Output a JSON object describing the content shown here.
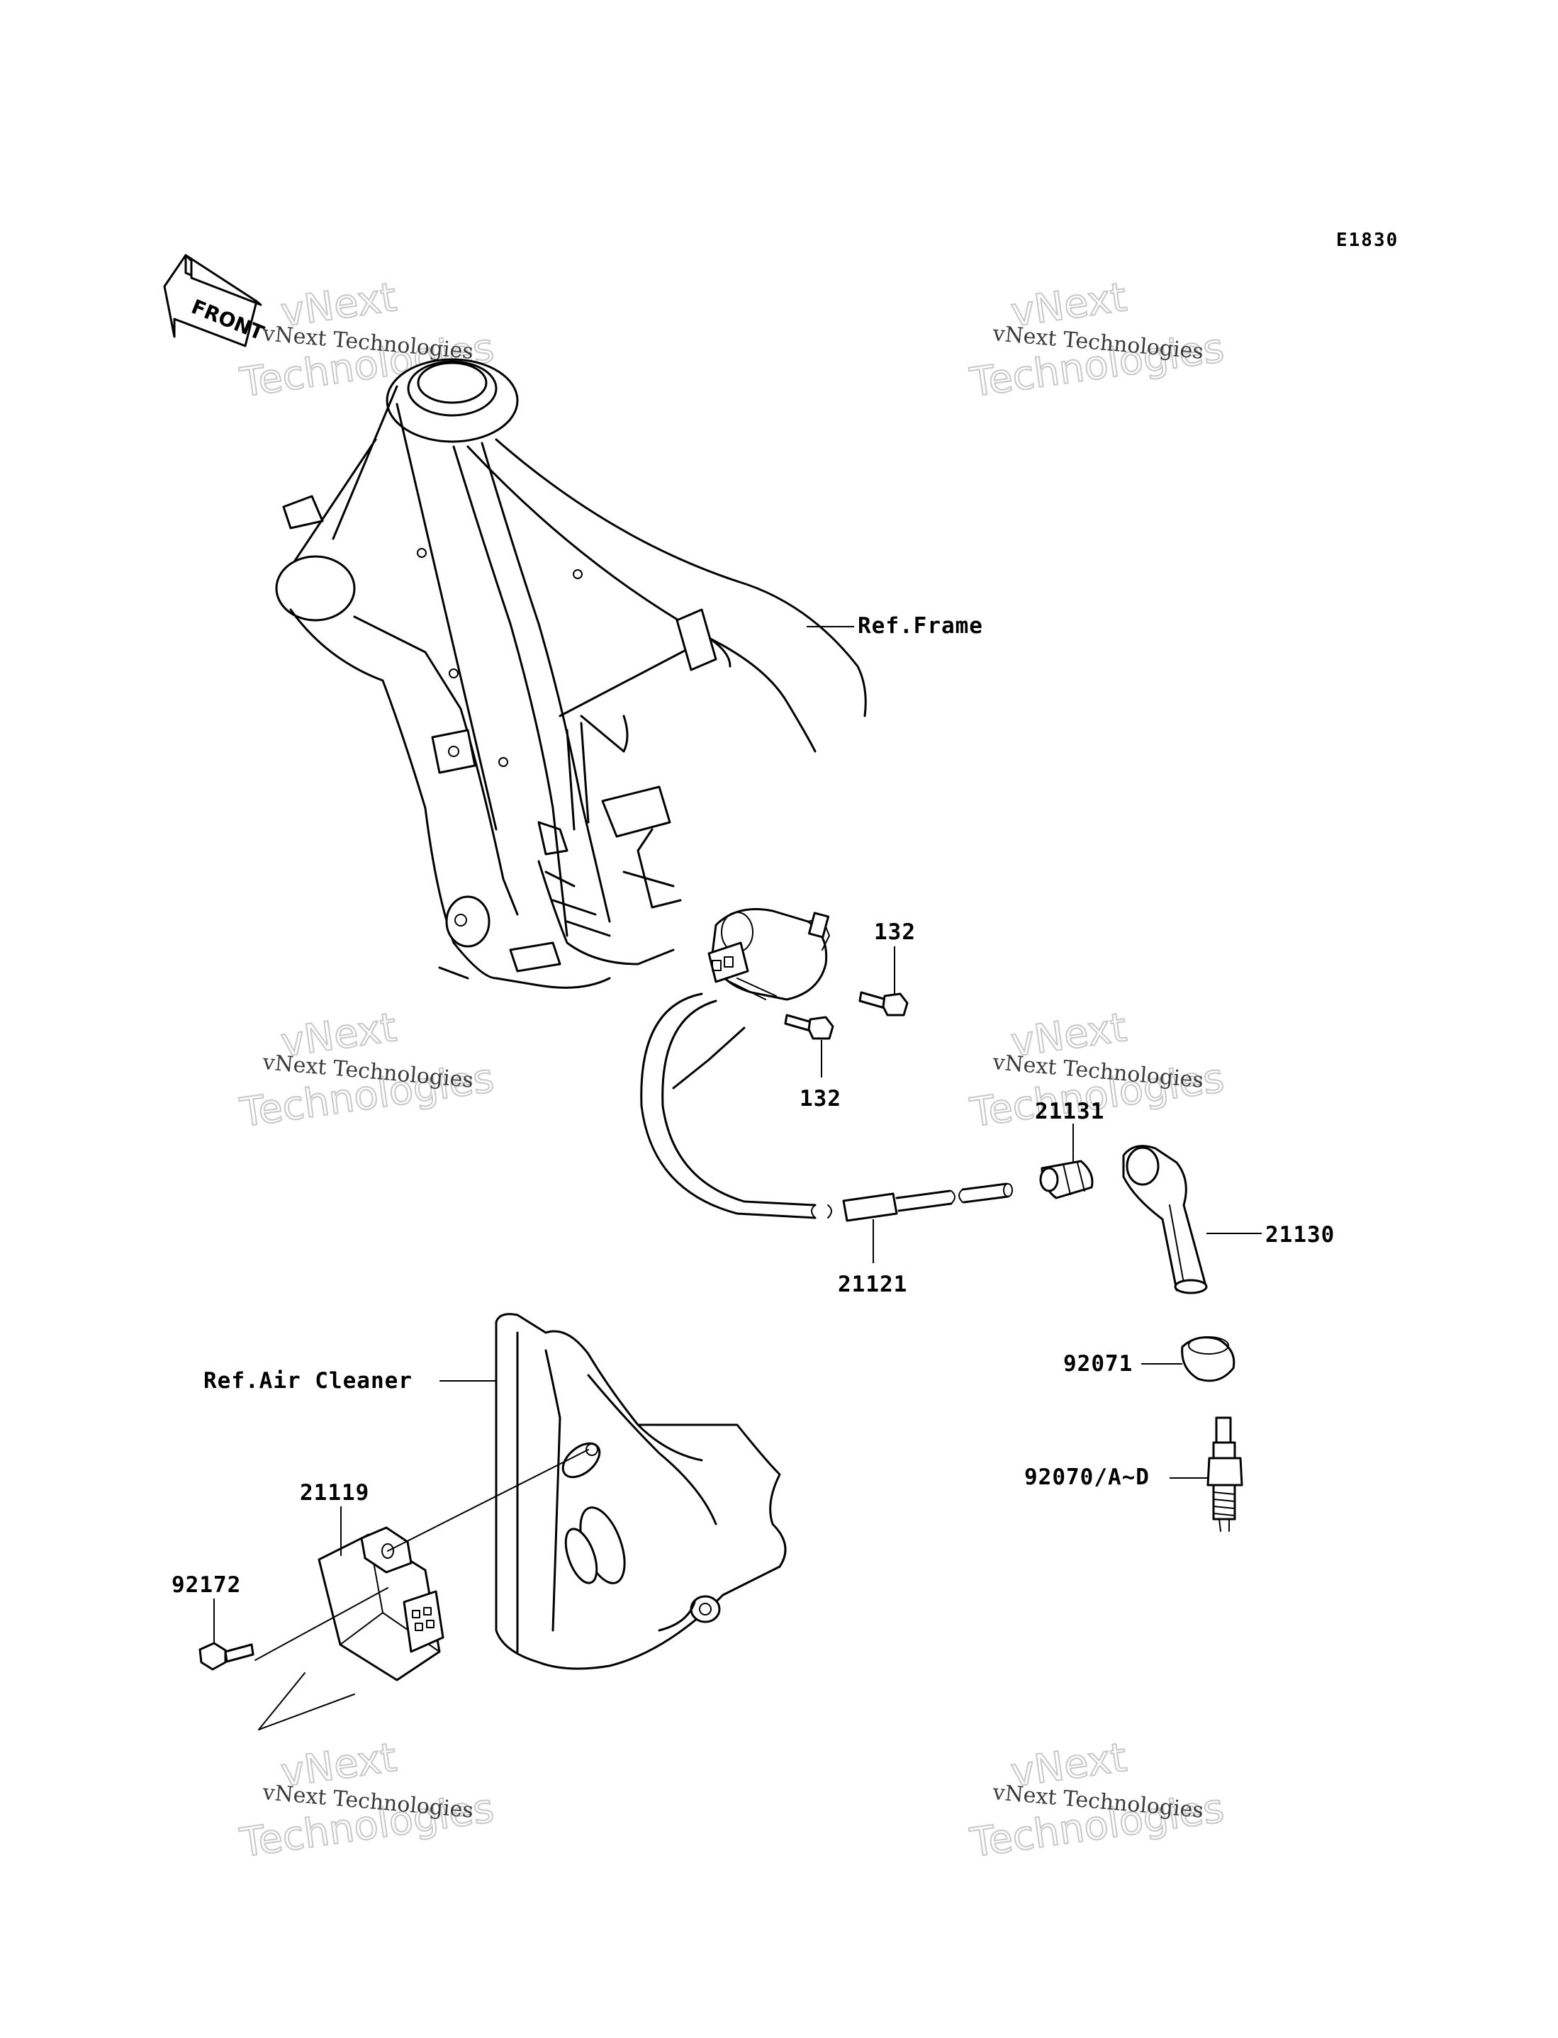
{
  "diagram": {
    "code": "E1830",
    "front_label": "FRONT",
    "labels": {
      "ref_frame": "Ref.Frame",
      "ref_air_cleaner": "Ref.Air Cleaner",
      "bolt_132_upper": "132",
      "bolt_132_lower": "132",
      "part_21131": "21131",
      "part_21130": "21130",
      "part_21121": "21121",
      "part_92071": "92071",
      "part_92070": "92070/A~D",
      "part_21119": "21119",
      "part_92172": "92172"
    }
  },
  "watermarks": [
    {
      "line1": "vNext",
      "line2": "vNext Technologies",
      "line3": "Technologies"
    },
    {
      "line1": "vNext",
      "line2": "vNext Technologies",
      "line3": "Technologies"
    },
    {
      "line1": "vNext",
      "line2": "vNext Technologies",
      "line3": "Technologies"
    },
    {
      "line1": "vNext",
      "line2": "vNext Technologies",
      "line3": "Technologies"
    },
    {
      "line1": "vNext",
      "line2": "vNext Technologies",
      "line3": "Technologies"
    },
    {
      "line1": "vNext",
      "line2": "vNext Technologies",
      "line3": "Technologies"
    }
  ]
}
